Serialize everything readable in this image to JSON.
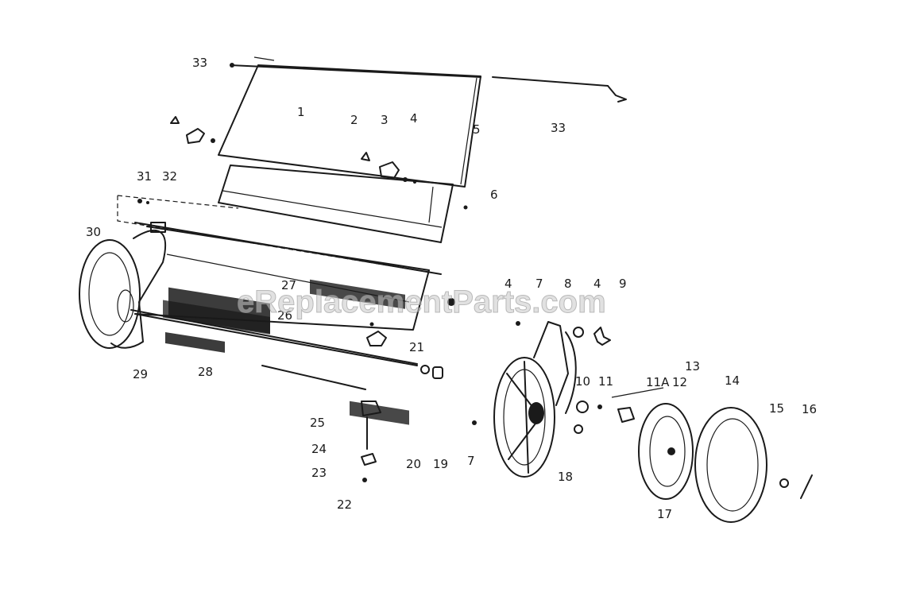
{
  "watermark": "eReplacementParts.com",
  "callouts": [
    "33",
    "1",
    "2",
    "3",
    "4",
    "5",
    "33",
    "6",
    "31",
    "32",
    "30",
    "4",
    "7",
    "8",
    "4",
    "9",
    "27",
    "26",
    "21",
    "29",
    "28",
    "10",
    "11",
    "11A",
    "12",
    "13",
    "14",
    "15",
    "16",
    "25",
    "24",
    "23",
    "20",
    "19",
    "7",
    "18",
    "17",
    "22"
  ],
  "colors": {
    "ink": "#1a1a1a",
    "paper": "#ffffff",
    "watermark": "#c8c8c8"
  }
}
